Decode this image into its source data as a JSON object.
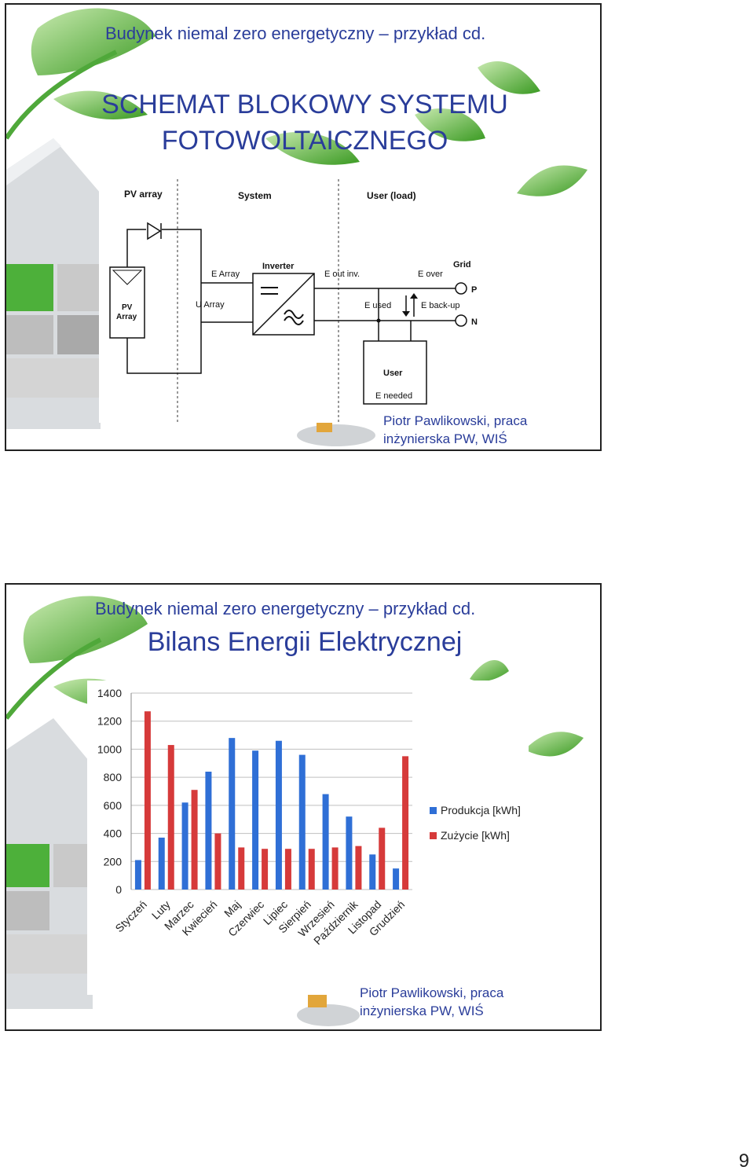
{
  "page_number": "9",
  "slide1": {
    "subtitle": "Budynek niemal zero energetyczny – przykład cd.",
    "title_line1": "SCHEMAT BLOKOWY SYSTEMU",
    "title_line2": "FOTOWOLTAICZNEGO",
    "credit_line1": "Piotr Pawlikowski, praca",
    "credit_line2": "inżynierska PW, WIŚ",
    "diagram": {
      "section_pv": "PV array",
      "section_system": "System",
      "section_user": "User (load)",
      "pv_box_line1": "PV",
      "pv_box_line2": "Array",
      "e_array": "E Array",
      "u_array": "U Array",
      "inverter": "Inverter",
      "e_out_inv": "E out inv.",
      "e_over": "E over",
      "grid": "Grid",
      "p": "P",
      "n": "N",
      "e_used": "E used",
      "e_backup": "E back-up",
      "user": "User",
      "e_needed": "E needed"
    }
  },
  "slide2": {
    "subtitle": "Budynek niemal zero energetyczny – przykład cd.",
    "title": "Bilans Energii Elektrycznej",
    "credit_line1": "Piotr Pawlikowski, praca",
    "credit_line2": "inżynierska PW, WIŚ"
  },
  "chart_data": {
    "type": "bar",
    "categories": [
      "Styczeń",
      "Luty",
      "Marzec",
      "Kwiecień",
      "Maj",
      "Czerwiec",
      "Lipiec",
      "Sierpień",
      "Wrzesień",
      "Październik",
      "Listopad",
      "Grudzień"
    ],
    "series": [
      {
        "name": "Produkcja [kWh]",
        "color": "#2f6fd6",
        "values": [
          210,
          370,
          620,
          840,
          1080,
          990,
          1060,
          960,
          680,
          520,
          250,
          150
        ]
      },
      {
        "name": "Zużycie [kWh]",
        "color": "#d63a3a",
        "values": [
          1270,
          1030,
          710,
          400,
          300,
          290,
          290,
          290,
          300,
          310,
          440,
          950
        ]
      }
    ],
    "y_ticks": [
      "0",
      "200",
      "400",
      "600",
      "800",
      "1000",
      "1200",
      "1400"
    ],
    "ylim": [
      0,
      1400
    ],
    "grid": true,
    "legend_position": "right"
  }
}
